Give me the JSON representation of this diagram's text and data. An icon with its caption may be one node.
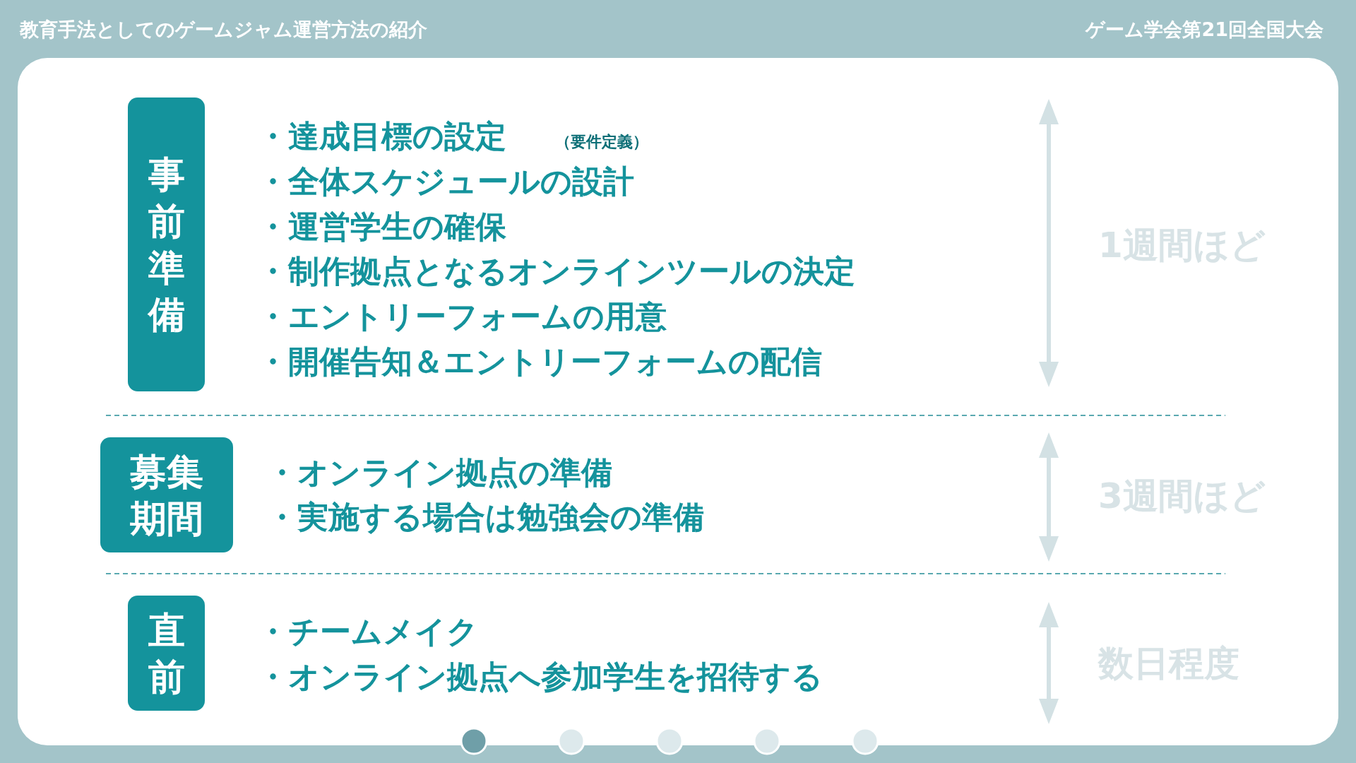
{
  "diagram": {
    "title": "教育手法としてのゲームジャム運営方法の紹介",
    "nodes": [
      {
        "text": [
          "事前準備"
        ]
      },
      {
        "text": [
          "募集期間"
        ]
      },
      {
        "text": [
          "直前"
        ]
      }
    ],
    "edges": [],
    "labels": [
      "ゲーム学会第21回全国大会",
      "・達成目標の設定",
      "（要件定義）",
      "・全体スケジュールの設計",
      "・運営学生の確保",
      "・制作拠点となるオンラインツールの決定",
      "・エントリーフォームの用意",
      "・開催告知＆エントリーフォームの配信",
      "1週間ほど",
      "・オンライン拠点の準備",
      "・実施する場合は勉強会の準備",
      "3週間ほど",
      "・チームメイク",
      "・オンライン拠点へ参加学生を招待する",
      "数日程度"
    ]
  }
}
